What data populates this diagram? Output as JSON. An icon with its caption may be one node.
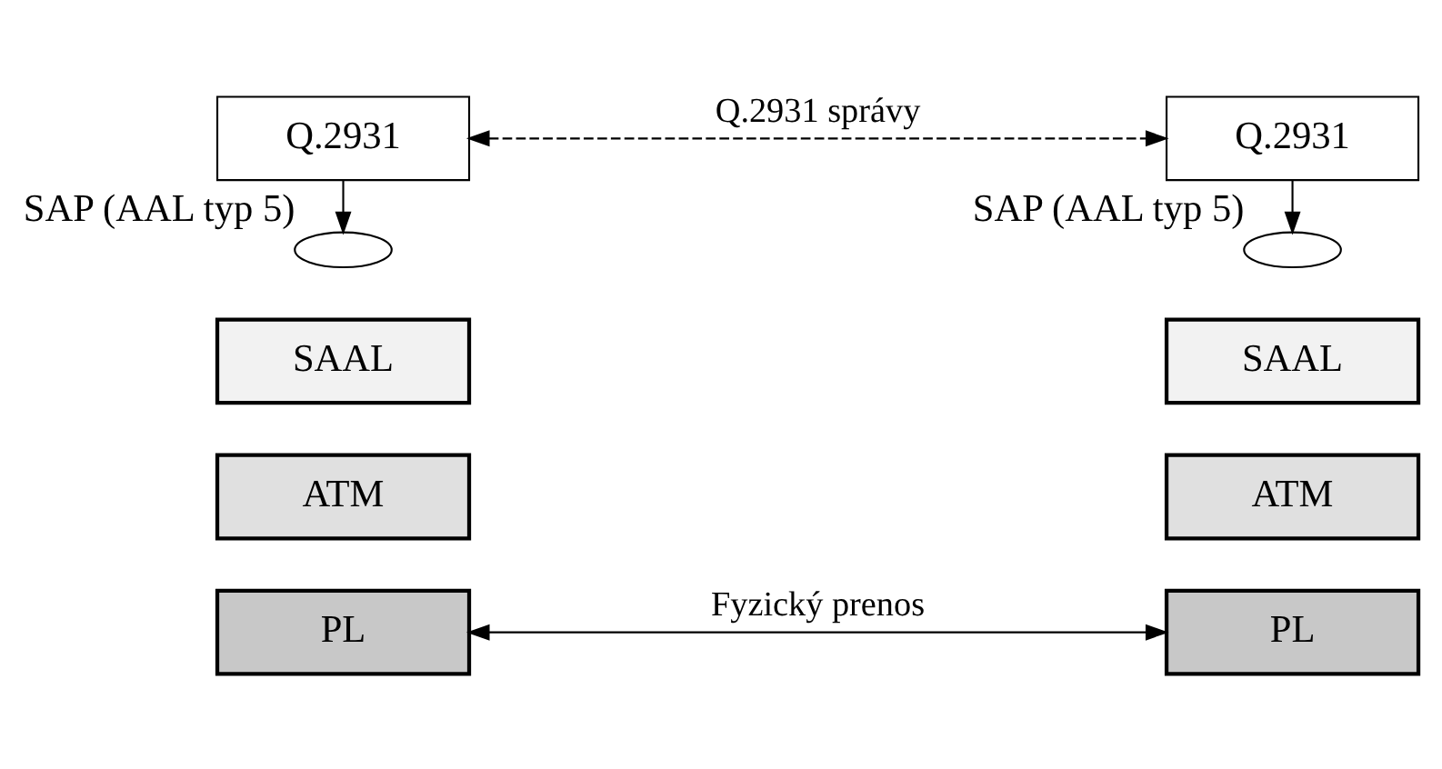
{
  "diagram": {
    "nodes": [
      {
        "text": [
          "Q.2931"
        ]
      },
      {
        "text": [
          "Q.2931"
        ]
      },
      {
        "text": [],
        "shape": "ellipse",
        "beside": [
          "SAP (AAL typ 5)"
        ]
      },
      {
        "text": [
          "SAAL"
        ]
      },
      {
        "text": [
          "ATM"
        ]
      },
      {
        "text": [
          "PL"
        ]
      },
      {
        "text": [],
        "shape": "ellipse",
        "beside": [
          "SAP (AAL typ 5)"
        ]
      },
      {
        "text": [
          "SAAL"
        ]
      },
      {
        "text": [
          "ATM"
        ]
      },
      {
        "text": [
          "PL"
        ]
      }
    ],
    "edges": [
      {
        "from": 0,
        "to": 1,
        "arrow": "both",
        "style": "dashed",
        "label": "Q.2931 správy"
      },
      {
        "from": 0,
        "to": 2,
        "arrow": "to"
      },
      {
        "from": 1,
        "to": 6,
        "arrow": "to"
      },
      {
        "from": 5,
        "to": 9,
        "arrow": "both",
        "label": "Fyzický prenos"
      }
    ]
  }
}
